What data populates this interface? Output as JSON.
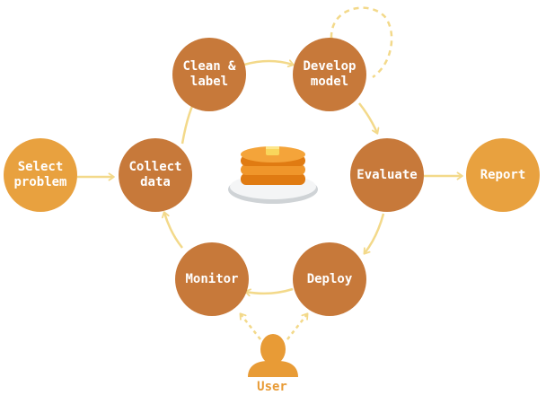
{
  "nodes": {
    "select_problem": "Select\nproblem",
    "collect_data": "Collect\ndata",
    "clean_label": "Clean &\nlabel",
    "develop_model": "Develop\nmodel",
    "evaluate": "Evaluate",
    "report": "Report",
    "deploy": "Deploy",
    "monitor": "Monitor"
  },
  "user": {
    "label": "User",
    "icon": "user-icon"
  },
  "center": {
    "icon": "pancake-stack-icon"
  },
  "colors": {
    "cycle_node": "#c7793a",
    "side_node": "#e8a13f",
    "arrow": "#f3d98a",
    "user": "#e89b36",
    "pancake": "#f0962a"
  }
}
